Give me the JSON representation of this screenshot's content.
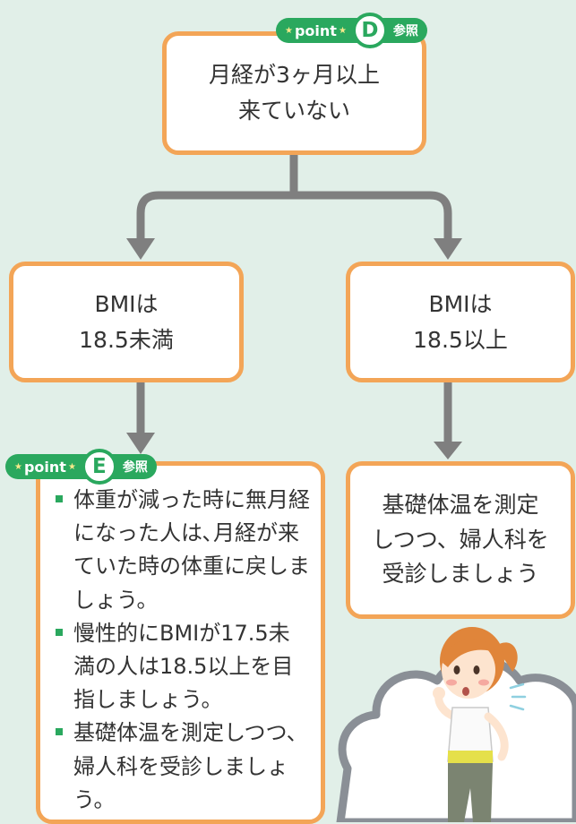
{
  "nodes": {
    "top": {
      "lines": [
        "月経が3ヶ月以上",
        "来ていない"
      ]
    },
    "left": {
      "lines": [
        "BMIは",
        "18.5未満"
      ]
    },
    "right": {
      "lines": [
        "BMIは",
        "18.5以上"
      ]
    },
    "left_bottom": {
      "items": [
        "体重が減った時に無月経になった人は､月経が来ていた時の体重に戻しましょう。",
        "慢性的にBMIが17.5未満の人は18.5以上を目指しましょう。",
        "基礎体温を測定しつつ、婦人科を受診しましょう。"
      ]
    },
    "right_bottom": {
      "lines": [
        "基礎体温を測定",
        "しつつ、婦人科を",
        "受診しましょう"
      ]
    }
  },
  "badges": {
    "d": {
      "star": "★",
      "label": "point",
      "letter": "D",
      "ref": "参照"
    },
    "e": {
      "star": "★",
      "label": "point",
      "letter": "E",
      "ref": "参照"
    }
  },
  "colors": {
    "background": "#e1efe8",
    "box_border": "#f3a557",
    "badge_green": "#2aa85e",
    "connector": "#7f7f7f",
    "cloud": "#8a8f96"
  },
  "illustration": "running-woman-thought-cloud"
}
